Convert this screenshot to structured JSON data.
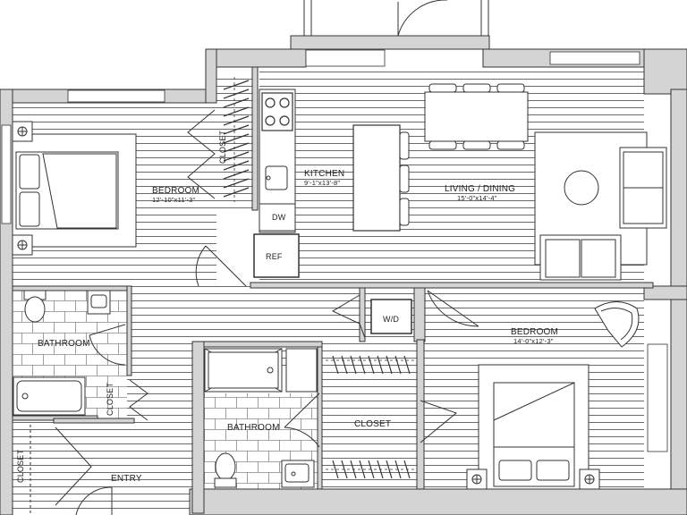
{
  "rooms": {
    "bedroom_1": {
      "label": "BEDROOM",
      "dims": "12'-10\"x11'-3\""
    },
    "kitchen": {
      "label": "KITCHEN",
      "dims": "9'-1\"x13'-8\""
    },
    "living_dining": {
      "label": "LIVING / DINING",
      "dims": "15'-0\"x14'-4\""
    },
    "bedroom_2": {
      "label": "BEDROOM",
      "dims": "14'-0\"x12'-3\""
    },
    "bathroom_1": {
      "label": "BATHROOM"
    },
    "bathroom_2": {
      "label": "BATHROOM"
    },
    "closet_bed1": {
      "label": "CLOSET"
    },
    "closet_bath": {
      "label": "CLOSET"
    },
    "closet_entry": {
      "label": "CLOSET"
    },
    "closet_walkin": {
      "label": "CLOSET"
    },
    "entry": {
      "label": "ENTRY"
    }
  },
  "fixtures": {
    "dishwasher": "DW",
    "refrigerator": "REF",
    "washer_dryer": "W/D"
  },
  "colors": {
    "wall": "#d4d4d4",
    "wall_edge": "#333333",
    "floor_line": "#444444",
    "tile_line": "#888888",
    "ink": "#222222"
  }
}
